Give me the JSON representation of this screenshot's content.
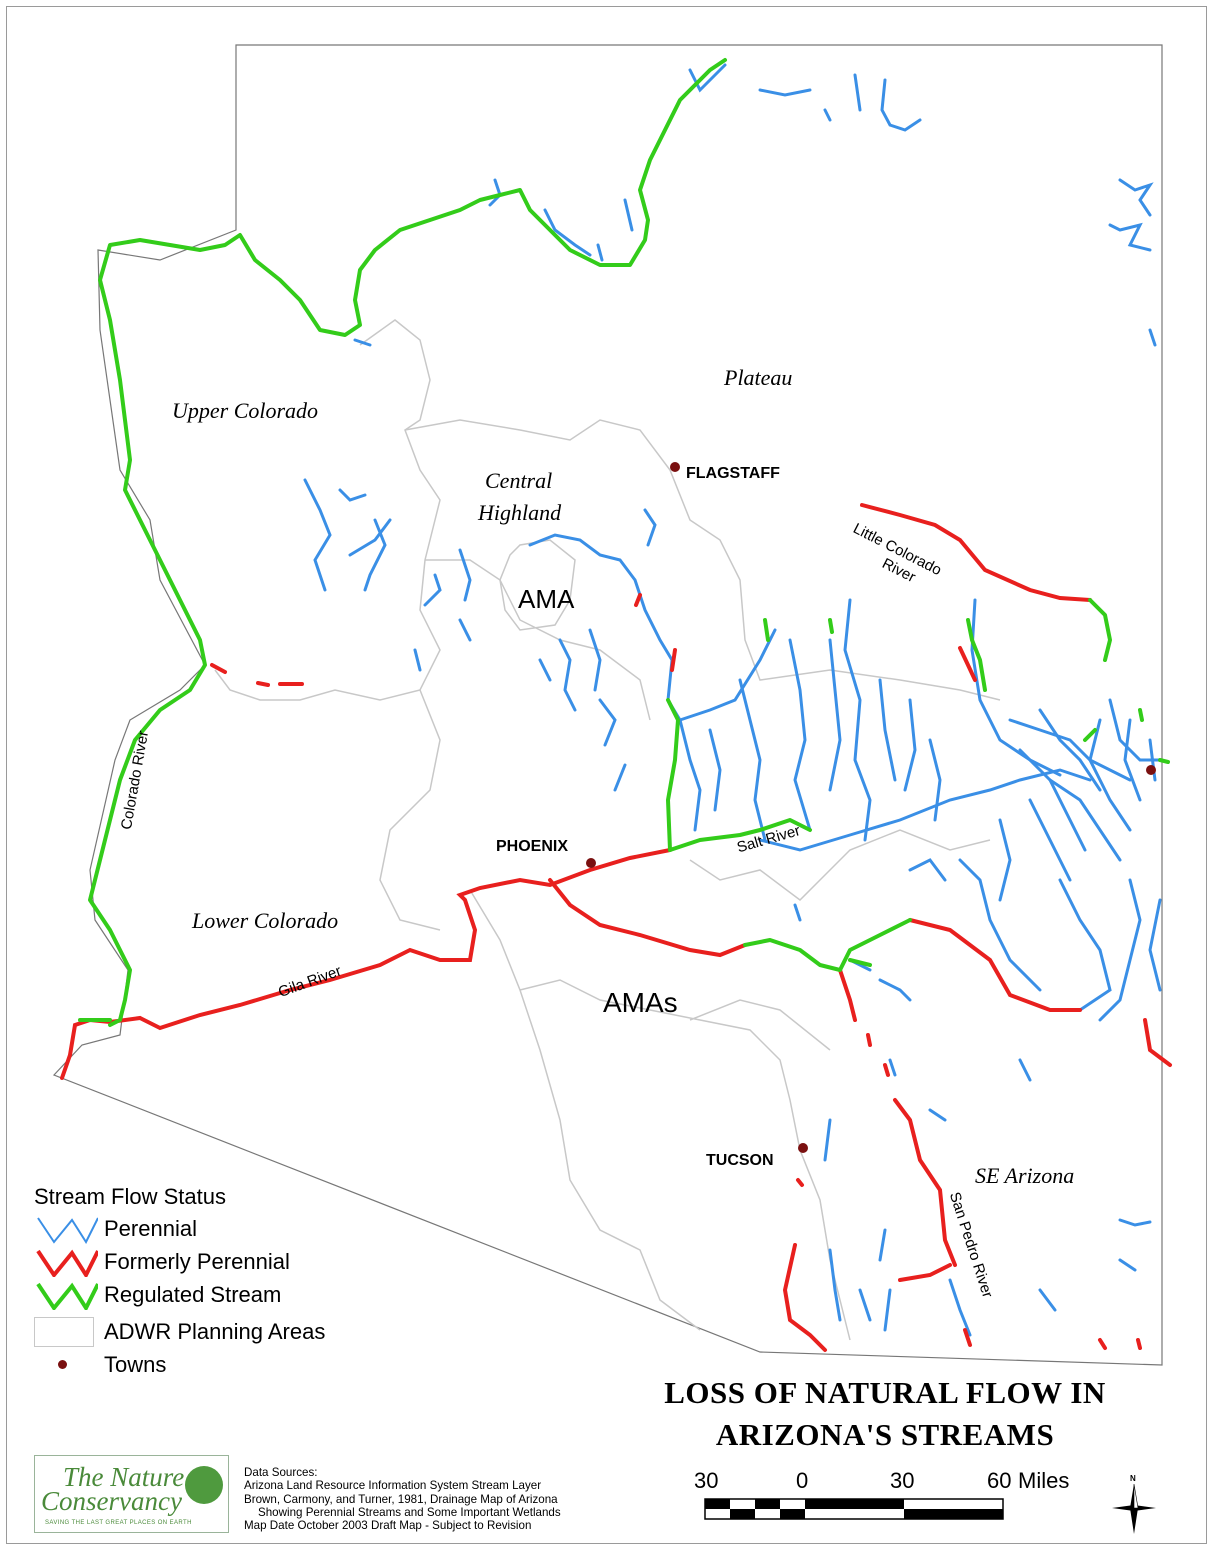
{
  "title": {
    "line1": "LOSS OF NATURAL FLOW IN",
    "line2": "ARIZONA'S STREAMS"
  },
  "regions": {
    "plateau": "Plateau",
    "upper_colorado": "Upper Colorado",
    "central": "Central",
    "highland": "Highland",
    "lower_colorado": "Lower Colorado",
    "se_arizona": "SE Arizona",
    "ama": "AMA",
    "amas": "AMAs"
  },
  "towns": {
    "flagstaff": "FLAGSTAFF",
    "phoenix": "PHOENIX",
    "tucson": "TUCSON"
  },
  "rivers": {
    "little_colorado_1": "Little Colorado",
    "little_colorado_2": "River",
    "colorado": "Colorado River",
    "salt": "Salt River",
    "gila": "Gila River",
    "san_pedro": "San Pedro River"
  },
  "legend": {
    "title": "Stream Flow Status",
    "items": [
      {
        "label": "Perennial",
        "color": "#3a8fe6"
      },
      {
        "label": "Formerly Perennial",
        "color": "#e8201e"
      },
      {
        "label": "Regulated Stream",
        "color": "#33cc1a"
      },
      {
        "label": "ADWR Planning Areas",
        "color": "#c8c8c8"
      },
      {
        "label": "Towns",
        "color": "#7a1010"
      }
    ]
  },
  "logo": {
    "line1": "The Nature",
    "line2": "Conservancy",
    "tagline": "SAVING THE LAST GREAT PLACES ON EARTH"
  },
  "sources": {
    "line1": "Data Sources:",
    "line2": "Arizona Land Resource Information System Stream Layer",
    "line3": "Brown, Carmony, and Turner, 1981, Drainage Map of Arizona",
    "line4": "Showing Perennial Streams and Some Important Wetlands",
    "line5": "Map Date October 2003 Draft Map - Subject to Revision"
  },
  "scale": {
    "t1": "30",
    "t2": "0",
    "t3": "30",
    "t4": "60",
    "unit": "Miles"
  },
  "north": "N",
  "colors": {
    "perennial": "#3a8fe6",
    "former": "#e8201e",
    "regulated": "#33cc1a",
    "planning": "#c8c8c8",
    "town": "#7a1010"
  }
}
